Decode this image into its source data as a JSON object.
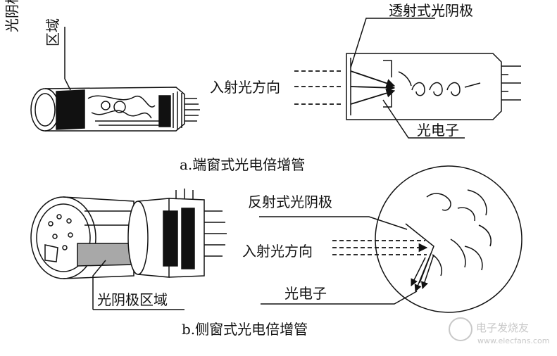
{
  "top": {
    "caption": "a.端窗式光电倍增管",
    "photocathode_region_label": [
      "光阴极",
      "区域"
    ],
    "transmission_cathode_label": "透射式光阴极",
    "incident_light_label": "入射光方向",
    "photoelectron_label": "光电子"
  },
  "bottom": {
    "caption": "b.侧窗式光电倍增管",
    "reflection_cathode_label": "反射式光阴极",
    "incident_light_label": "入射光方向",
    "photoelectron_label": "光电子",
    "photocathode_region_label": "光阴极区域"
  },
  "watermark": {
    "cn": "电子发烧友",
    "url": "www.elecfans.com"
  },
  "colors": {
    "ink": "#111111",
    "grey_band": "#a8a8a8",
    "watermark": "#c8c8c8"
  }
}
